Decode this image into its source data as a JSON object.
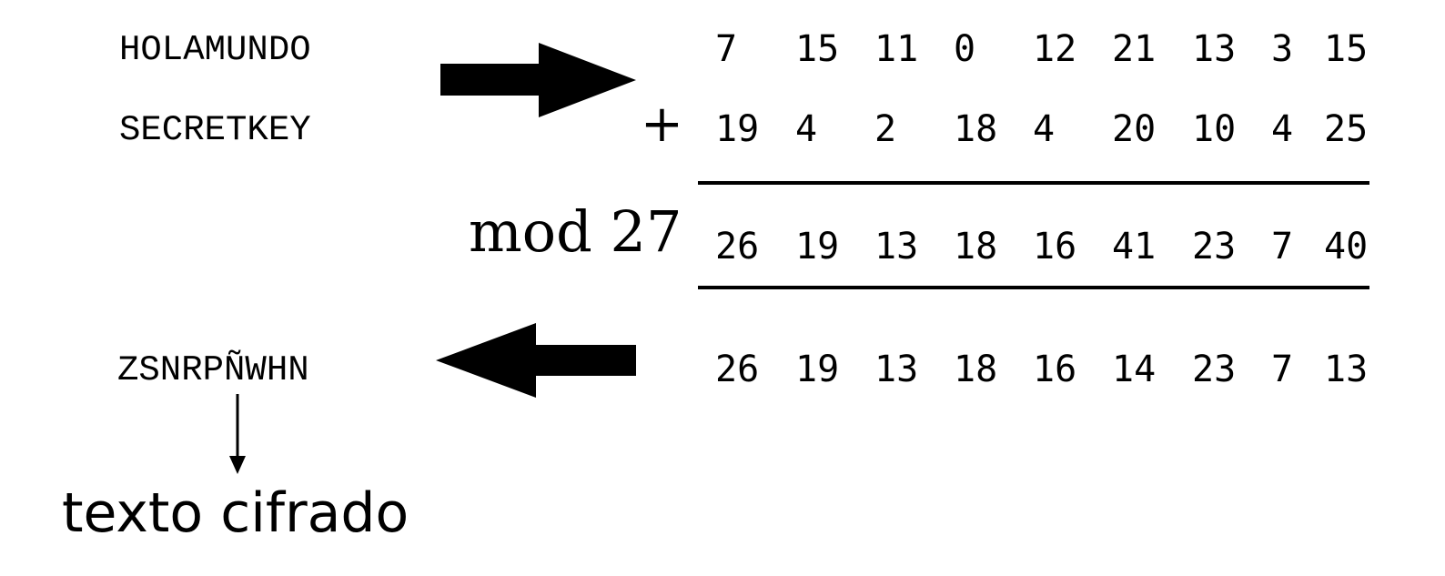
{
  "plaintext": "HOLAMUNDO",
  "key": "SECRETKEY",
  "ciphertext": "ZSNRPÑWHN",
  "operator": "+",
  "modulus_label": "mod 27",
  "result_label": "texto cifrado",
  "rows": {
    "plaintext_values": [
      "7",
      "15",
      "11",
      "0",
      "12",
      "21",
      "13",
      "3",
      "15"
    ],
    "key_values": [
      "19",
      "4",
      "2",
      "18",
      "4",
      "20",
      "10",
      "4",
      "25"
    ],
    "sum_values": [
      "26",
      "19",
      "13",
      "18",
      "16",
      "41",
      "23",
      "7",
      "40"
    ],
    "mod_values": [
      "26",
      "19",
      "13",
      "18",
      "16",
      "14",
      "23",
      "7",
      "13"
    ]
  }
}
